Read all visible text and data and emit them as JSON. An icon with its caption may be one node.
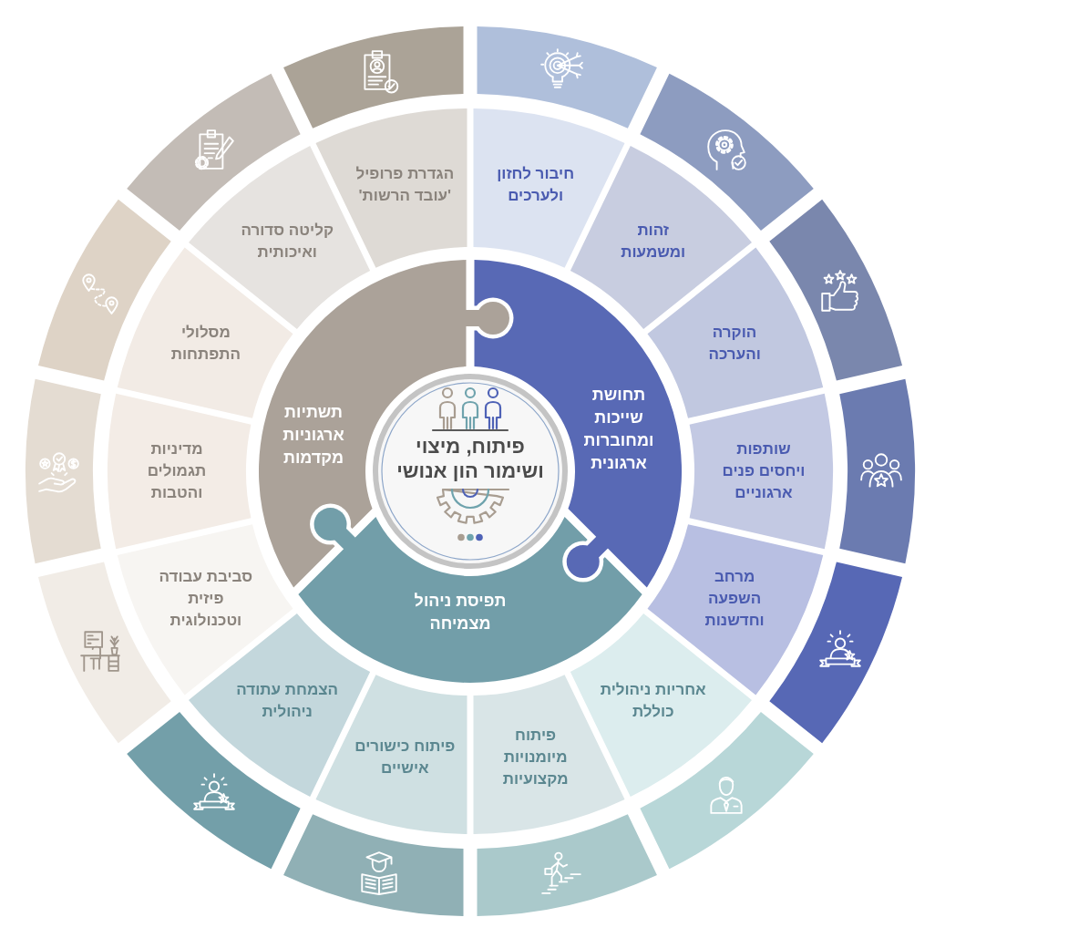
{
  "diagram": {
    "nodes": [
      {
        "text": [
          "פיתוח, מיצוי ושימור הון אנושי"
        ]
      },
      {
        "text": [
          "תחושת שייכות ומחוברות ארגונית"
        ]
      },
      {
        "text": [
          "תפיסת ניהול מצמיחה"
        ]
      },
      {
        "text": [
          "תשתיות ארגוניות מקדמות"
        ]
      },
      {
        "text": [
          "חיבור לחזון ולערכים"
        ]
      },
      {
        "text": [
          "זהות ומשמעות"
        ]
      },
      {
        "text": [
          "הוקרה והערכה"
        ]
      },
      {
        "text": [
          "שותפות ויחסים פנים ארגוניים"
        ]
      },
      {
        "text": [
          "מרחב השפעה וחדשנות"
        ]
      },
      {
        "text": [
          "אחריות ניהולית כוללת"
        ]
      },
      {
        "text": [
          "פיתוח מיומנויות מקצועיות"
        ]
      },
      {
        "text": [
          "פיתוח כישורים אישיים"
        ]
      },
      {
        "text": [
          "הצמחת עתודה ניהולית"
        ]
      },
      {
        "text": [
          "סביבת עבודה פיזית וטכנולוגית"
        ]
      },
      {
        "text": [
          "מדיניות תגמולים והטבות"
        ]
      },
      {
        "text": [
          "מסלולי התפתחות"
        ]
      },
      {
        "text": [
          "קליטה סדורה ואיכותית"
        ]
      },
      {
        "text": [
          "הגדרת פרופיל 'עובד הרשות'"
        ]
      },
      {
        "text": [],
        "shape": "segment"
      },
      {
        "text": [],
        "shape": "segment"
      },
      {
        "text": [],
        "shape": "segment"
      },
      {
        "text": [],
        "shape": "segment"
      },
      {
        "text": [],
        "shape": "segment"
      },
      {
        "text": [],
        "shape": "segment"
      },
      {
        "text": [],
        "shape": "segment"
      },
      {
        "text": [],
        "shape": "segment"
      },
      {
        "text": [],
        "shape": "segment"
      },
      {
        "text": [],
        "shape": "segment"
      },
      {
        "text": [],
        "shape": "segment"
      },
      {
        "text": [],
        "shape": "segment"
      },
      {
        "text": [],
        "shape": "segment"
      },
      {
        "text": [],
        "shape": "segment"
      }
    ]
  }
}
